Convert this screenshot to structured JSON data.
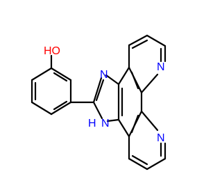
{
  "molecule": {
    "atom_labels": {
      "hydroxyl": "HO",
      "imidazole_n_top": "N",
      "imidazole_nh": "N",
      "imidazole_h": "H",
      "pyridine_n_upper": "N",
      "pyridine_n_lower": "N"
    },
    "colors": {
      "bond": "#000000",
      "oxygen": "#ff0000",
      "nitrogen": "#0000ff"
    }
  }
}
